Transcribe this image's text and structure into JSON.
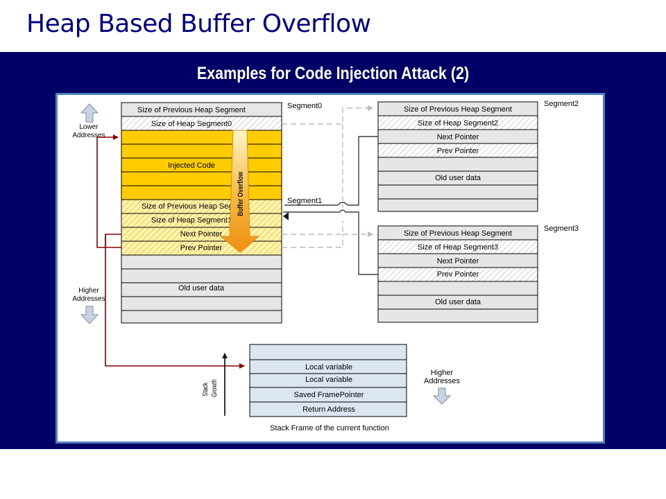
{
  "slide": {
    "title": "Heap Based Buffer Overflow",
    "subtitle": "Examples for Code Injection Attack (2)"
  },
  "colors": {
    "navy": "#000066",
    "title_blue": "#000080",
    "frame_border": "#4f81bd",
    "injected": "#ffcc00",
    "cell_gray": "#e6e6e6",
    "stack_blue": "#dce6f2",
    "dark_red": "#8b0000",
    "arrow_orange": "#f5a31a"
  },
  "diagram": {
    "left_labels": {
      "lower": [
        "Lower",
        "Addresses"
      ],
      "higher": [
        "Higher",
        "Addresses"
      ]
    },
    "segment0": {
      "label": "Segment0",
      "rows": [
        "Size of Previous Heap Segment",
        "Size of Heap Segment0",
        "",
        "",
        "Injected Code",
        "",
        ""
      ]
    },
    "segment1": {
      "label": "Segment1",
      "rows": [
        "Size of Previous Heap Segment",
        "Size of Heap Segment1",
        "Next Pointer",
        "Prev Pointer",
        "",
        "",
        "Old user data",
        "",
        ""
      ]
    },
    "segment2": {
      "label": "Segment2",
      "rows": [
        "Size of Previous Heap Segment",
        "Size of Heap Segment2",
        "Next Pointer",
        "Prev Pointer",
        "",
        "Old user data",
        "",
        ""
      ]
    },
    "segment3": {
      "label": "Segment3",
      "rows": [
        "Size of Previous Heap Segment",
        "Size of Heap Segment3",
        "Next Pointer",
        "Prev Pointer",
        "",
        "Old user data",
        ""
      ]
    },
    "overflow_label": "Buffer Overflow",
    "stack": {
      "rows": [
        "",
        "Local variable",
        "Local variable",
        "Saved FramePointer",
        "Return Address"
      ],
      "caption": "Stack Frame of the current function",
      "growth_label": [
        "Stack",
        "Growth"
      ],
      "higher_label": [
        "Higher",
        "Addresses"
      ]
    }
  }
}
